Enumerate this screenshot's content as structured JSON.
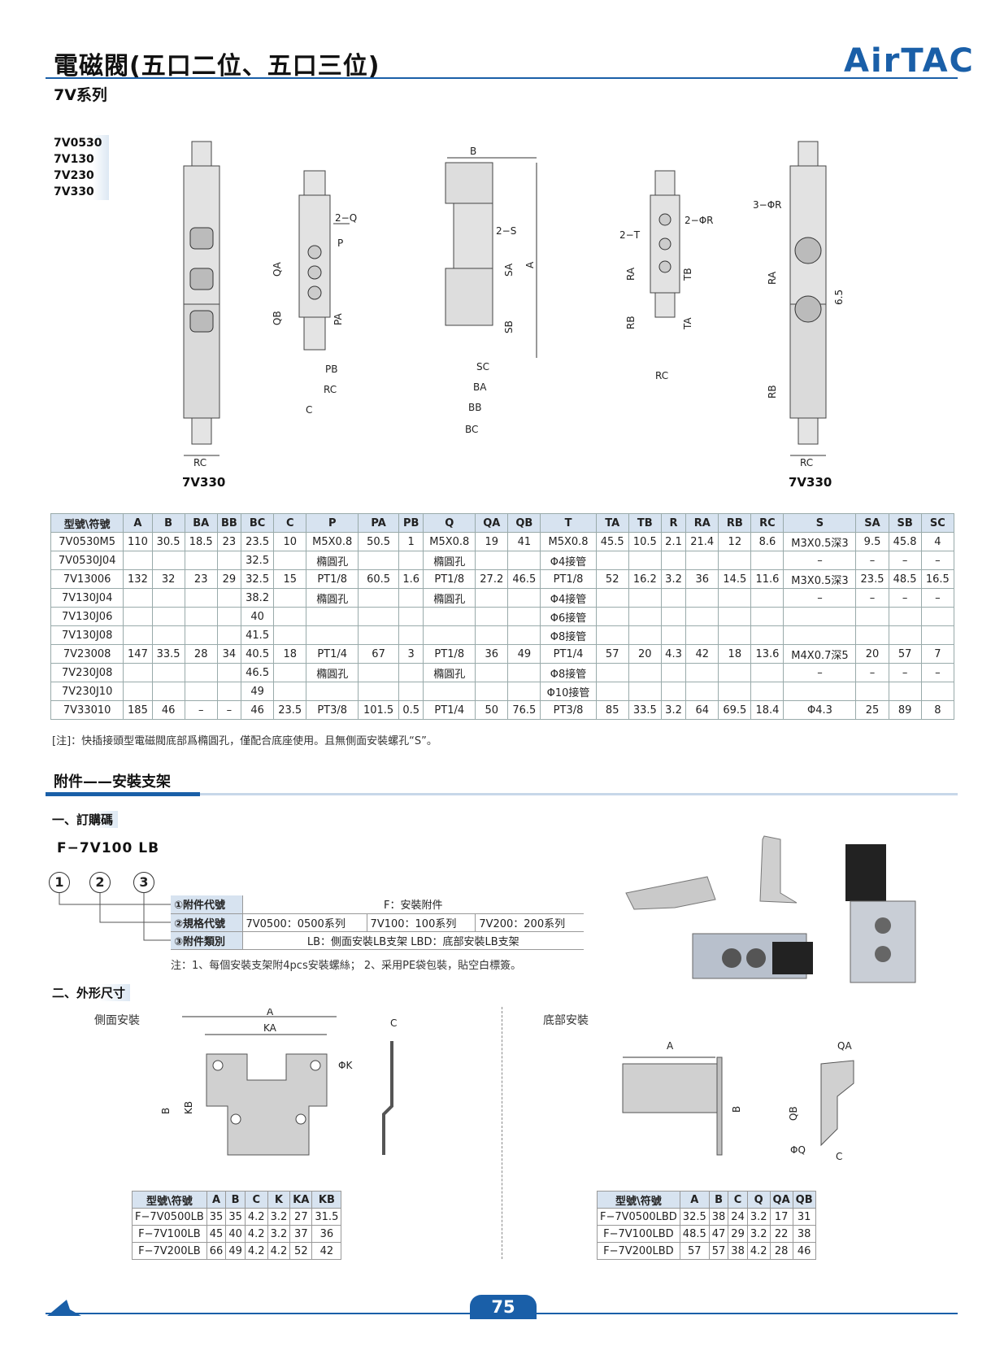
{
  "header": {
    "title": "電磁閥(五口二位、五口三位)",
    "series": "7V系列",
    "logo": "AirTAC"
  },
  "models": [
    "7V0530",
    "7V130",
    "7V230",
    "7V330"
  ],
  "drawings": {
    "caption_left": "7V330",
    "caption_right": "7V330",
    "labels": {
      "q2": "2−Q",
      "p": "P",
      "qa": "QA",
      "qb": "QB",
      "pa": "PA",
      "pb": "PB",
      "rc": "RC",
      "c": "C",
      "b": "B",
      "s2": "2−S",
      "sa": "SA",
      "sb": "SB",
      "a": "A",
      "sc": "SC",
      "ba": "BA",
      "bb": "BB",
      "bc": "BC",
      "t2": "2−T",
      "r2": "2−ΦR",
      "ra": "RA",
      "rb": "RB",
      "ta": "TA",
      "tb": "TB",
      "r3": "3−ΦR",
      "dim65": "6.5"
    }
  },
  "spec_table": {
    "headers": [
      "型號\\符號",
      "A",
      "B",
      "BA",
      "BB",
      "BC",
      "C",
      "P",
      "PA",
      "PB",
      "Q",
      "QA",
      "QB",
      "T",
      "TA",
      "TB",
      "R",
      "RA",
      "RB",
      "RC",
      "S",
      "SA",
      "SB",
      "SC"
    ],
    "rows": [
      [
        "7V0530M5",
        "110",
        "30.5",
        "18.5",
        "23",
        "23.5",
        "10",
        "M5X0.8",
        "50.5",
        "1",
        "M5X0.8",
        "19",
        "41",
        "M5X0.8",
        "45.5",
        "10.5",
        "2.1",
        "21.4",
        "12",
        "8.6",
        "M3X0.5深3",
        "9.5",
        "45.8",
        "4"
      ],
      [
        "7V0530J04",
        "",
        "",
        "",
        "",
        "32.5",
        "",
        "橢圓孔",
        "",
        "",
        "橢圓孔",
        "",
        "",
        "Φ4接管",
        "",
        "",
        "",
        "",
        "",
        "",
        "–",
        "–",
        "–",
        "–"
      ],
      [
        "7V13006",
        "132",
        "32",
        "23",
        "29",
        "32.5",
        "15",
        "PT1/8",
        "60.5",
        "1.6",
        "PT1/8",
        "27.2",
        "46.5",
        "PT1/8",
        "52",
        "16.2",
        "3.2",
        "36",
        "14.5",
        "11.6",
        "M3X0.5深3",
        "23.5",
        "48.5",
        "16.5"
      ],
      [
        "7V130J04",
        "",
        "",
        "",
        "",
        "38.2",
        "",
        "橢圓孔",
        "",
        "",
        "橢圓孔",
        "",
        "",
        "Φ4接管",
        "",
        "",
        "",
        "",
        "",
        "",
        "–",
        "–",
        "–",
        "–"
      ],
      [
        "7V130J06",
        "",
        "",
        "",
        "",
        "40",
        "",
        "",
        "",
        "",
        "",
        "",
        "",
        "Φ6接管",
        "",
        "",
        "",
        "",
        "",
        "",
        "",
        "",
        "",
        ""
      ],
      [
        "7V130J08",
        "",
        "",
        "",
        "",
        "41.5",
        "",
        "",
        "",
        "",
        "",
        "",
        "",
        "Φ8接管",
        "",
        "",
        "",
        "",
        "",
        "",
        "",
        "",
        "",
        ""
      ],
      [
        "7V23008",
        "147",
        "33.5",
        "28",
        "34",
        "40.5",
        "18",
        "PT1/4",
        "67",
        "3",
        "PT1/8",
        "36",
        "49",
        "PT1/4",
        "57",
        "20",
        "4.3",
        "42",
        "18",
        "13.6",
        "M4X0.7深5",
        "20",
        "57",
        "7"
      ],
      [
        "7V230J08",
        "",
        "",
        "",
        "",
        "46.5",
        "",
        "橢圓孔",
        "",
        "",
        "橢圓孔",
        "",
        "",
        "Φ8接管",
        "",
        "",
        "",
        "",
        "",
        "",
        "–",
        "–",
        "–",
        "–"
      ],
      [
        "7V230J10",
        "",
        "",
        "",
        "",
        "49",
        "",
        "",
        "",
        "",
        "",
        "",
        "",
        "Φ10接管",
        "",
        "",
        "",
        "",
        "",
        "",
        "",
        "",
        "",
        ""
      ],
      [
        "7V33010",
        "185",
        "46",
        "–",
        "–",
        "46",
        "23.5",
        "PT3/8",
        "101.5",
        "0.5",
        "PT1/4",
        "50",
        "76.5",
        "PT3/8",
        "85",
        "33.5",
        "3.2",
        "64",
        "69.5",
        "18.4",
        "Φ4.3",
        "25",
        "89",
        "8"
      ]
    ],
    "note": "[注]：快插接頭型電磁閥底部爲橢圓孔，僅配合底座使用。且無側面安裝螺孔“S”。"
  },
  "accessory": {
    "title": "附件——安裝支架",
    "order_heading": "一、訂購碼",
    "order_code": "F−7V100  LB",
    "circles": [
      "1",
      "2",
      "3"
    ],
    "order_rows": [
      {
        "label": "①附件代號",
        "value": "F：安裝附件"
      },
      {
        "label": "②規格代號",
        "v1": "7V0500：0500系列",
        "v2": "7V100：100系列",
        "v3": "7V200：200系列"
      },
      {
        "label": "③附件類別",
        "value": "LB：側面安裝LB支架    LBD：底部安裝LB支架"
      }
    ],
    "order_note": "注：1、每個安裝支架附4pcs安裝螺絲；  2、采用PE袋包裝，貼空白標簽。",
    "dim_heading": "二、外形尺寸",
    "side_label": "側面安裝",
    "bottom_label": "底部安裝",
    "dim_labels": {
      "a": "A",
      "ka": "KA",
      "c": "C",
      "k": "ΦK",
      "b": "B",
      "kb": "KB",
      "qa": "QA",
      "qb": "QB",
      "q": "ΦQ"
    },
    "lb_table": {
      "headers": [
        "型號\\符號",
        "A",
        "B",
        "C",
        "K",
        "KA",
        "KB"
      ],
      "rows": [
        [
          "F−7V0500LB",
          "35",
          "35",
          "4.2",
          "3.2",
          "27",
          "31.5"
        ],
        [
          "F−7V100LB",
          "45",
          "40",
          "4.2",
          "3.2",
          "37",
          "36"
        ],
        [
          "F−7V200LB",
          "66",
          "49",
          "4.2",
          "4.2",
          "52",
          "42"
        ]
      ]
    },
    "lbd_table": {
      "headers": [
        "型號\\符號",
        "A",
        "B",
        "C",
        "Q",
        "QA",
        "QB"
      ],
      "rows": [
        [
          "F−7V0500LBD",
          "32.5",
          "38",
          "24",
          "3.2",
          "17",
          "31"
        ],
        [
          "F−7V100LBD",
          "48.5",
          "47",
          "29",
          "3.2",
          "22",
          "38"
        ],
        [
          "F−7V200LBD",
          "57",
          "57",
          "38",
          "4.2",
          "28",
          "46"
        ]
      ]
    }
  },
  "footer": {
    "page": "75"
  }
}
